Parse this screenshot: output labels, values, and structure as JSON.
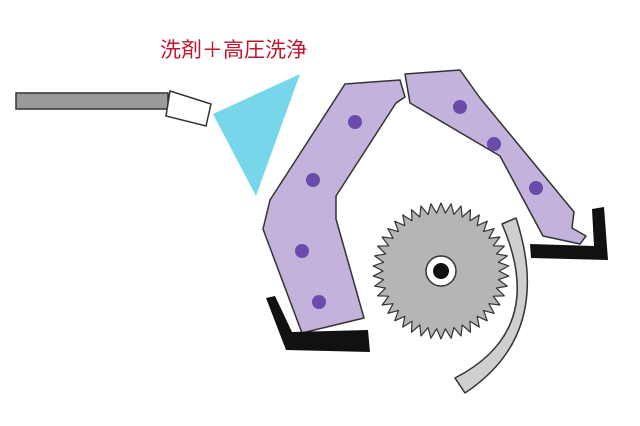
{
  "caption": {
    "text": "洗剤＋高圧洗浄"
  },
  "colors": {
    "caption": "#c0162f",
    "nozzle_pipe": "#9a9a9a",
    "nozzle_tip": "#ffffff",
    "spray": "#78d6ea",
    "plate": "#c2b2dc",
    "bolt": "#6a4bab",
    "gear": "#b5b5b5",
    "guide": "#cfcfcf",
    "bracket": "#111111",
    "outline": "#333333"
  },
  "parts": {
    "left_plate_bolts": 4,
    "right_plate_bolts": 3,
    "gear_teeth": 42
  }
}
